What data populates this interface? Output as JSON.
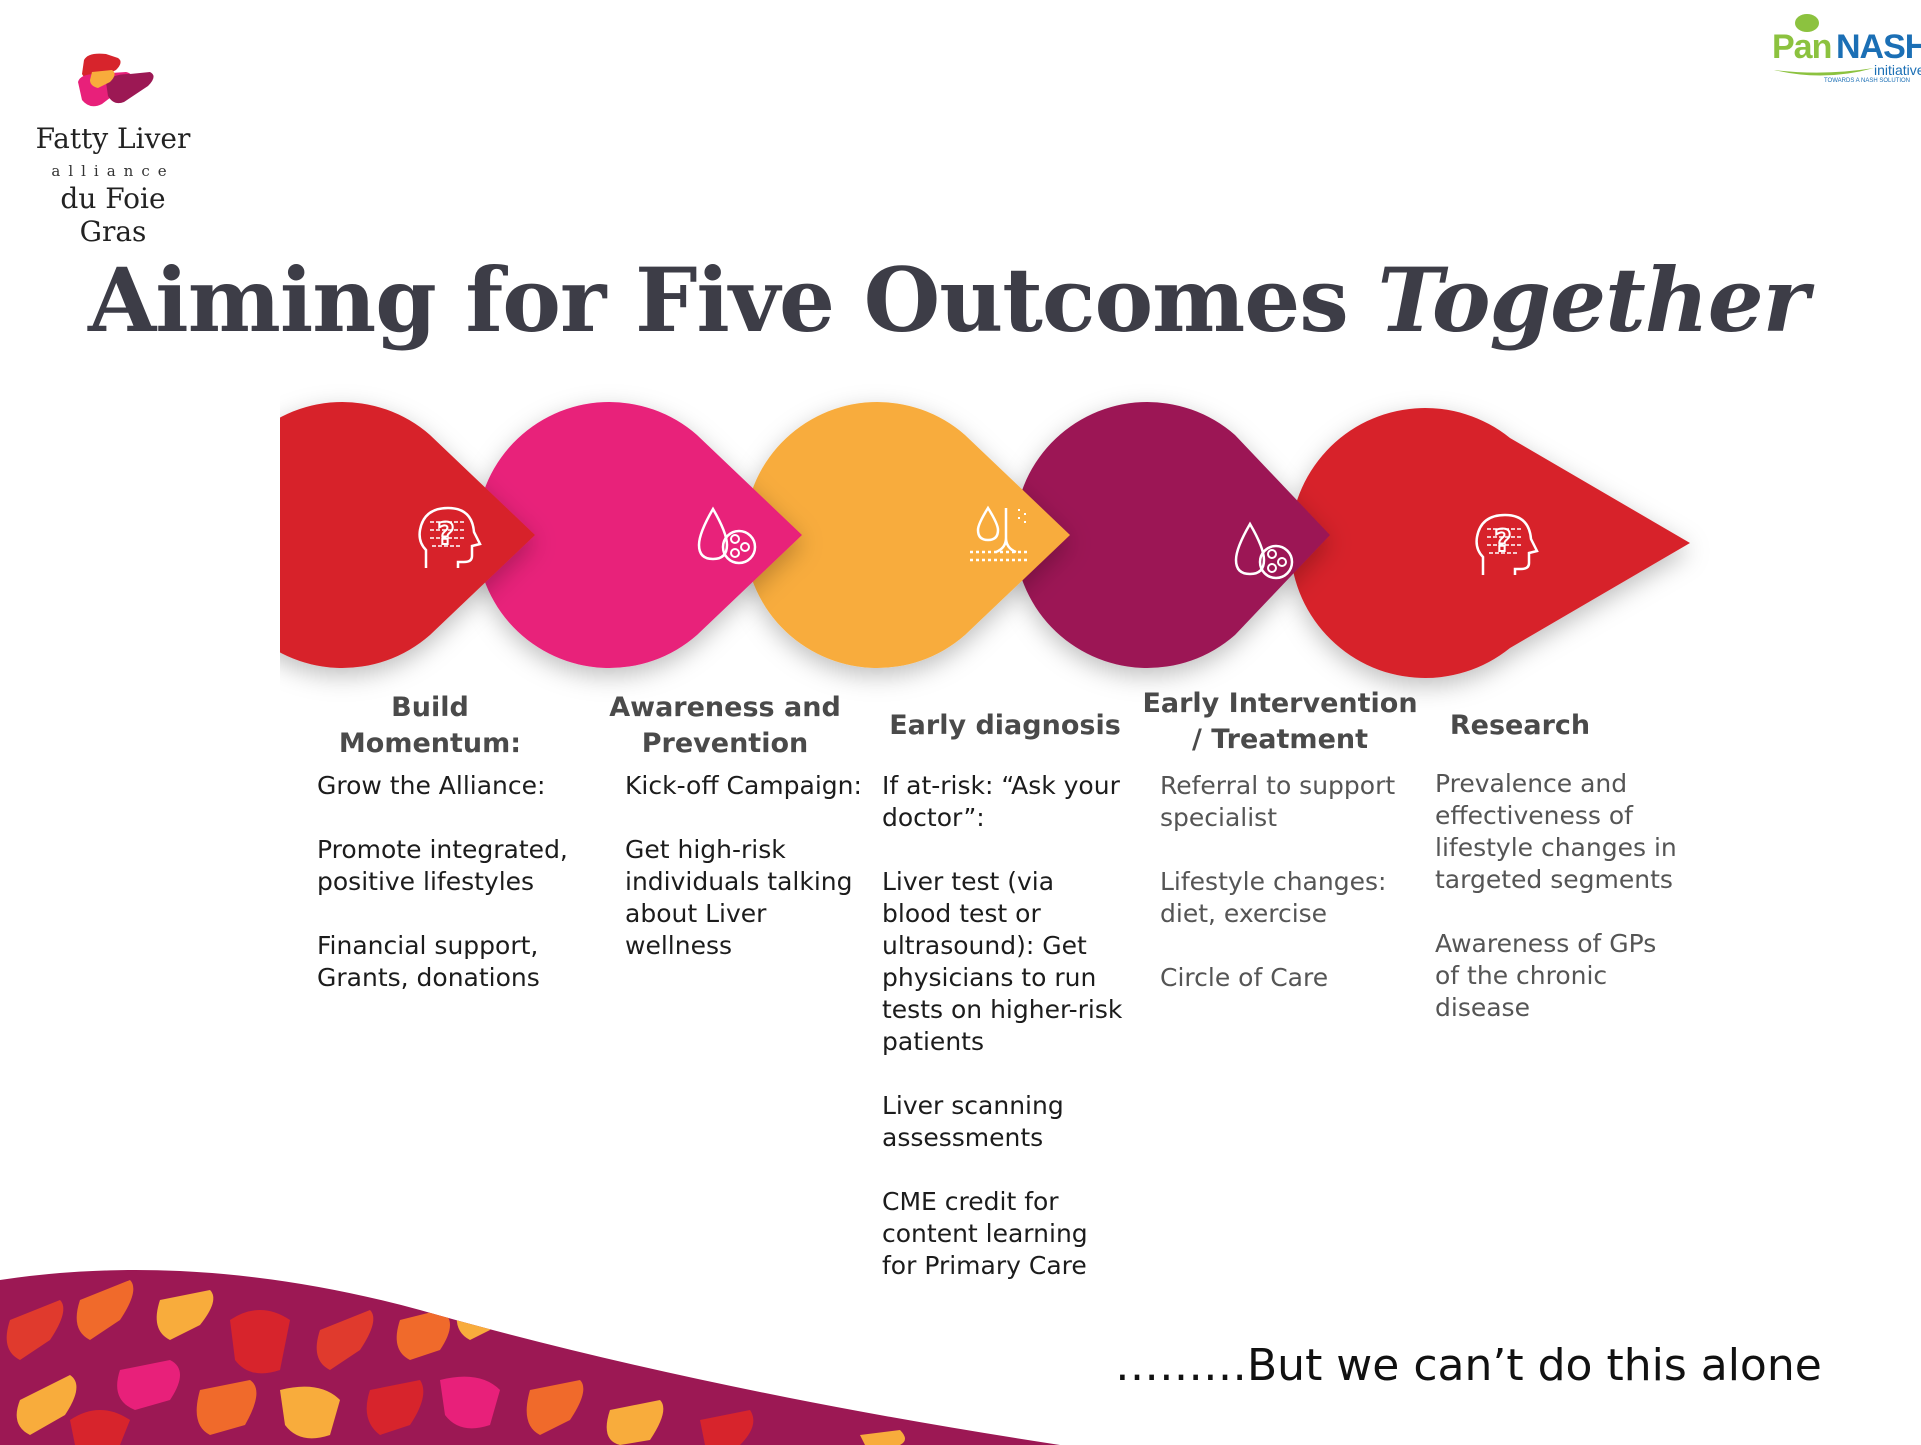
{
  "logo_left": {
    "line1": "Fatty Liver",
    "line2": "alliance",
    "line3": "du Foie Gras"
  },
  "logo_right": {
    "pan": "Pan",
    "nash": "NASH",
    "initiative": "initiative",
    "tagline": "TOWARDS A NASH SOLUTION"
  },
  "title": {
    "main": "Aiming for Five Outcomes ",
    "italic": "Together"
  },
  "colors": {
    "red": "#d7242c",
    "pink": "#e8207a",
    "orange": "#f8ac3c",
    "purple": "#9c1854",
    "title": "#3d3d47"
  },
  "outcomes": [
    {
      "heading": "Build Momentum:",
      "icon": "head-question-icon",
      "color": "#d7242c",
      "items": [
        "Grow the Alliance:",
        "Promote integrated, positive lifestyles",
        "Financial support, Grants, donations"
      ]
    },
    {
      "heading": "Awareness and Prevention",
      "icon": "blood-cells-icon",
      "color": "#e8207a",
      "items": [
        "Kick-off Campaign:",
        "Get high-risk individuals talking about Liver wellness"
      ]
    },
    {
      "heading": "Early diagnosis",
      "icon": "skin-drop-icon",
      "color": "#f8ac3c",
      "items": [
        "If at-risk: “Ask your doctor”:",
        "Liver test (via blood test or ultrasound): Get physicians to run tests on higher-risk patients",
        "Liver scanning assessments",
        "CME credit for content learning for Primary Care"
      ]
    },
    {
      "heading": "Early Intervention / Treatment",
      "icon": "blood-cells-icon",
      "color": "#9c1854",
      "items": [
        "Referral to support specialist",
        "Lifestyle changes: diet, exercise",
        "Circle of Care"
      ]
    },
    {
      "heading": "Research",
      "icon": "head-question-icon",
      "color": "#d7242c",
      "items": [
        "Prevalence and effectiveness of lifestyle changes in targeted segments",
        "Awareness of GPs of the chronic disease"
      ]
    }
  ],
  "tagline": "………But we can’t do this alone"
}
